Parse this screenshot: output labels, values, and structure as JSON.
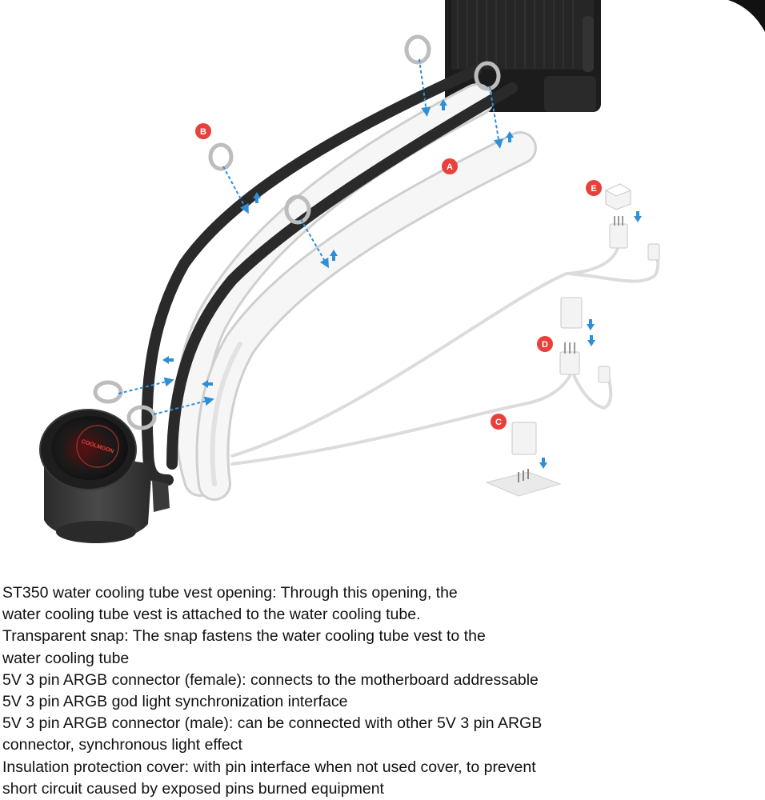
{
  "diagram": {
    "brand_logo_text": "COOLMOON",
    "markers": [
      {
        "id": "A",
        "letter": "A"
      },
      {
        "id": "B",
        "letter": "B"
      },
      {
        "id": "C",
        "letter": "C"
      },
      {
        "id": "D",
        "letter": "D"
      },
      {
        "id": "E",
        "letter": "E"
      }
    ],
    "colors": {
      "marker_red": "#e8403a",
      "tube_black": "#2a2a2a",
      "vest_white": "#f4f4f4",
      "arrow_blue": "#2f8fd6",
      "radiator": "#222222",
      "pump": "#333333"
    }
  },
  "description": {
    "lines": [
      "ST350 water cooling tube vest opening: Through this opening, the",
      "water cooling tube vest is attached to the water cooling tube.",
      "Transparent snap: The snap fastens the water cooling tube vest to the",
      "water cooling tube",
      "5V 3 pin ARGB connector (female): connects to the motherboard addressable",
      "5V 3 pin ARGB god light synchronization interface",
      "5V 3 pin ARGB connector (male): can be connected with other 5V 3 pin ARGB",
      "connector, synchronous light effect",
      "Insulation protection cover: with pin interface when not used cover, to prevent",
      "short circuit caused by exposed pins burned equipment"
    ]
  }
}
